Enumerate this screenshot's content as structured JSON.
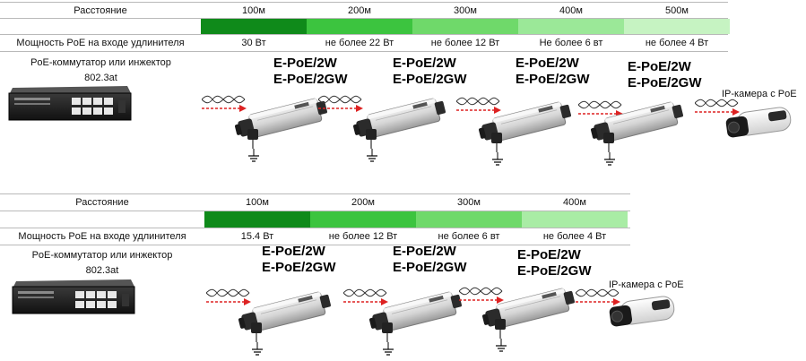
{
  "top": {
    "distance_label": "Расстояние",
    "power_label": "Мощность PoE на  входе   удлинителя",
    "segments": [
      {
        "distance": "100м",
        "power": "30 Вт",
        "color": "#0f8a1a"
      },
      {
        "distance": "200м",
        "power": "не более 22 Вт",
        "color": "#3cc43f"
      },
      {
        "distance": "300м",
        "power": "не более 12 Вт",
        "color": "#6fd96a"
      },
      {
        "distance": "400м",
        "power": "Не более 6 вт",
        "color": "#9be898"
      },
      {
        "distance": "500м",
        "power": "не более 4 Вт",
        "color": "#c6f3c2"
      }
    ],
    "source_line1": "PoE-коммутатор или инжектор",
    "source_line2": "802.3at",
    "extenders": [
      {
        "line1": "E-PoE/2W",
        "line2": "E-PoE/2GW"
      },
      {
        "line1": "E-PoE/2W",
        "line2": "E-PoE/2GW"
      },
      {
        "line1": "E-PoE/2W",
        "line2": "E-PoE/2GW"
      },
      {
        "line1": "E-PoE/2W",
        "line2": "E-PoE/2GW"
      }
    ],
    "camera_label": "IP-камера с PoE"
  },
  "bottom": {
    "distance_label": "Расстояние",
    "power_label": "Мощность PoE на  входе   удлинителя",
    "segments": [
      {
        "distance": "100м",
        "power": "15.4 Вт",
        "color": "#0f8a1a"
      },
      {
        "distance": "200м",
        "power": "не более 12 Вт",
        "color": "#3cc43f"
      },
      {
        "distance": "300м",
        "power": "не более 6 вт",
        "color": "#6fd96a"
      },
      {
        "distance": "400м",
        "power": "не более 4 Вт",
        "color": "#a9eca5"
      }
    ],
    "source_line1": "PoE-коммутатор или инжектор",
    "source_line2": "802.3at",
    "extenders": [
      {
        "line1": "E-PoE/2W",
        "line2": "E-PoE/2GW"
      },
      {
        "line1": "E-PoE/2W",
        "line2": "E-PoE/2GW"
      },
      {
        "line1": "E-PoE/2W",
        "line2": "E-PoE/2GW"
      }
    ],
    "camera_label": "IP-камера с PoE"
  },
  "icons": {
    "switch": "poe-switch-icon",
    "extender": "poe-extender-icon",
    "cable": "twisted-pair-cable-icon",
    "ground": "ground-icon",
    "camera": "ip-camera-icon"
  }
}
